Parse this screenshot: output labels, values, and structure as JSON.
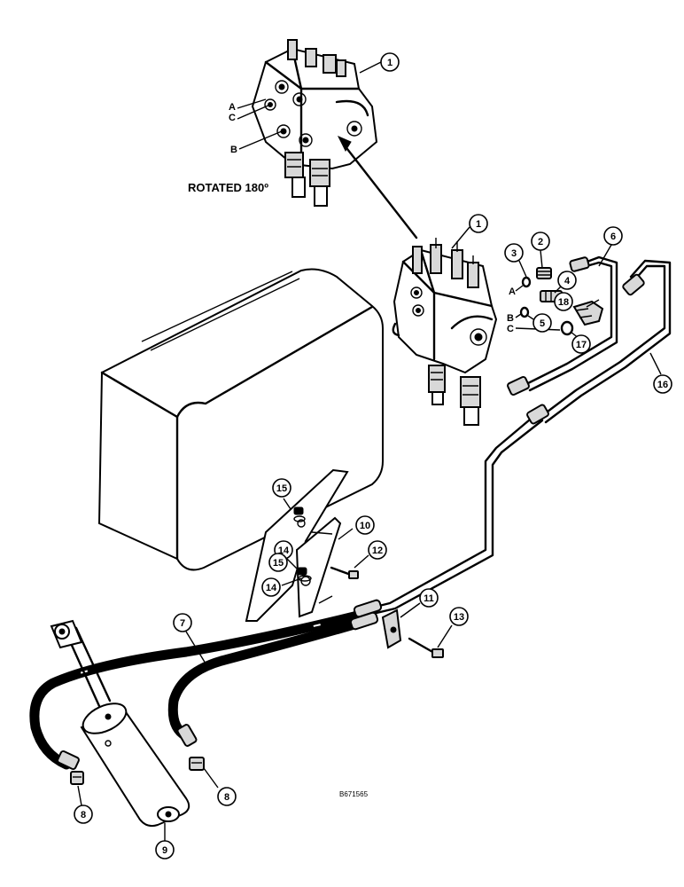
{
  "caption": "ROTATED 180º",
  "figure_id": "B671565",
  "port_labels": {
    "a": "A",
    "b": "B",
    "c": "C"
  },
  "callouts": [
    "1",
    "2",
    "3",
    "4",
    "5",
    "6",
    "7",
    "8",
    "9",
    "10",
    "11",
    "12",
    "13",
    "14",
    "15",
    "16",
    "17",
    "18"
  ]
}
